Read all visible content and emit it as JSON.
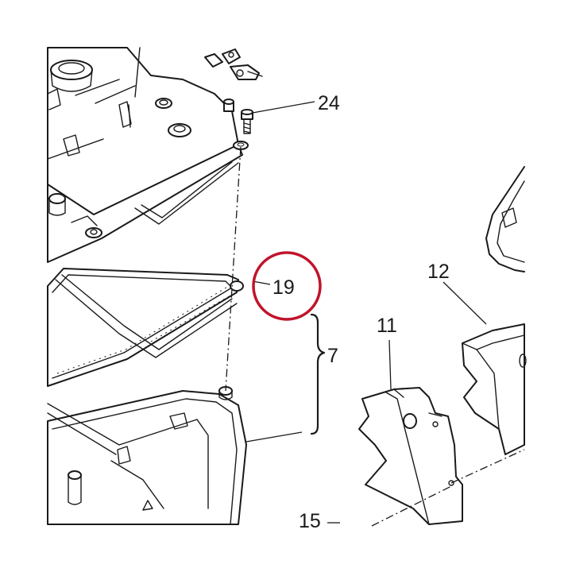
{
  "colors": {
    "line": "#1a1a1a",
    "background": "#ffffff",
    "highlight": "#c0142b"
  },
  "callouts": {
    "c24": "24",
    "c19": "19",
    "c7": "7",
    "c12": "12",
    "c11": "11",
    "c15": "15"
  },
  "highlighted_part": "19"
}
